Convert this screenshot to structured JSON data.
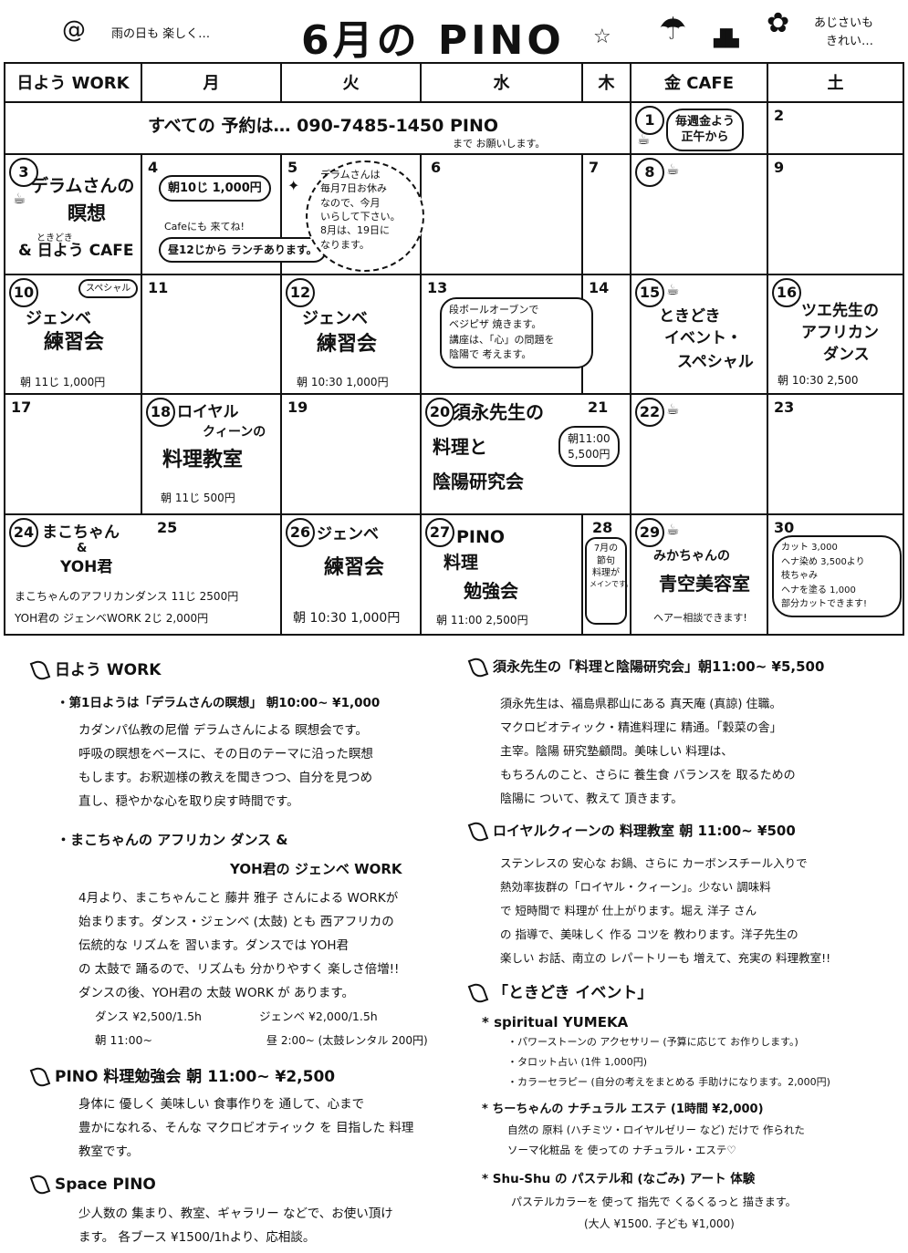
{
  "header": {
    "title": "6月の PINO",
    "left_note": "雨の日も 楽しく…",
    "right_note_1": "あじさいも",
    "right_note_2": "きれい…"
  },
  "weekdays": [
    "日よう WORK",
    "月",
    "火",
    "水",
    "木",
    "金 CAFE",
    "土"
  ],
  "row1": {
    "reserve": "すべての 予約は… 090-7485-1450 PINO",
    "reserve_note": "まで お願いします。",
    "d1": "1",
    "d1_bubble_1": "毎週金よう",
    "d1_bubble_2": "正午から",
    "d2": "2"
  },
  "row2": {
    "d3": "3",
    "d3_t1": "デラムさんの",
    "d3_t2": "瞑想",
    "d3_small": "ときどき",
    "d3_t3": "& 日よう CAFE",
    "d4": "4",
    "d4_b1": "朝10じ 1,000円",
    "d4_note": "Cafeにも 来てね!",
    "d4_b2": "昼12じから ランチあります。",
    "d5": "5",
    "d5_bubble": [
      "デラムさんは",
      "毎月7日お休み",
      "なので、今月",
      "いらして下さい。",
      "8月は、19日に",
      "なります。"
    ],
    "d6": "6",
    "d7": "7",
    "d8": "8",
    "d9": "9"
  },
  "row3": {
    "d10": "10",
    "d10_tag": "スペシャル",
    "d10_t1": "ジェンベ",
    "d10_t2": "練習会",
    "d10_time": "朝 11じ 1,000円",
    "d11": "11",
    "d12": "12",
    "d12_t1": "ジェンベ",
    "d12_t2": "練習会",
    "d12_time": "朝 10:30 1,000円",
    "d13": "13",
    "d13_bubble": [
      "段ボールオーブンで",
      "ベジピザ 焼きます。",
      "講座は、「心」の問題を",
      "陰陽で 考えます。"
    ],
    "d14": "14",
    "d15": "15",
    "d15_t": [
      "ときどき",
      "イベント・",
      "スペシャル"
    ],
    "d16": "16",
    "d16_t": [
      "ツエ先生の",
      "アフリカン",
      "ダンス"
    ],
    "d16_time": "朝 10:30 2,500"
  },
  "row4": {
    "d17": "17",
    "d18": "18",
    "d18_t1": "ロイヤル",
    "d18_t2": "クィーンの",
    "d18_t3": "料理教室",
    "d18_time": "朝 11じ 500円",
    "d19": "19",
    "d20": "20",
    "d20_t1": "須永先生の",
    "d20_t2": "料理と",
    "d20_t3": "陰陽研究会",
    "d21": "21",
    "d21_b1": "朝11:00",
    "d21_b2": "5,500円",
    "d22": "22",
    "d23": "23"
  },
  "row5": {
    "d24": "24",
    "d24_t1": "まこちゃん",
    "d24_t2": "&",
    "d24_t3": "YOH君",
    "d24_l1": "まこちゃんのアフリカンダンス 11じ 2500円",
    "d24_l2": "YOH君の ジェンベWORK 2じ 2,000円",
    "d25": "25",
    "d26": "26",
    "d26_t1": "ジェンベ",
    "d26_t2": "練習会",
    "d26_time": "朝 10:30 1,000円",
    "d27": "27",
    "d27_t1": "PINO",
    "d27_t2": "料理",
    "d27_t3": "勉強会",
    "d27_time": "朝 11:00 2,500円",
    "d28": "28",
    "d28_bubble": [
      "7月の",
      "節句",
      "料理が",
      "メインです。"
    ],
    "d29": "29",
    "d29_t1": "みかちゃんの",
    "d29_t2": "青空美容室",
    "d29_note": "ヘアー相談できます!",
    "d30": "30",
    "d30_bubble": [
      "カット 3,000",
      "ヘナ染め 3,500より",
      "枝ちゃみ",
      "ヘナを塗る 1,000",
      "部分カットできます!"
    ]
  },
  "left_sections": {
    "s1_title": "日よう WORK",
    "s1_bullet": "・第1日ようは「デラムさんの瞑想」 朝10:00~ ¥1,000",
    "s1_lines": [
      "カダンパ仏教の尼僧 デラムさんによる 瞑想会です。",
      "呼吸の瞑想をベースに、その日のテーマに沿った瞑想",
      "もします。お釈迦様の教えを聞きつつ、自分を見つめ",
      "直し、穏やかな心を取り戻す時間です。"
    ],
    "s2_bullet": "・まこちゃんの アフリカン ダンス &",
    "s2_bullet2": "YOH君の ジェンベ WORK",
    "s2_lines": [
      "4月より、まこちゃんこと 藤井 雅子 さんによる WORKが",
      "始まります。ダンス・ジェンベ (太鼓) とも 西アフリカの",
      "伝統的な リズムを 習います。ダンスでは YOH君",
      "の 太鼓で 踊るので、リズムも 分かりやすく 楽しさ倍増!!",
      "ダンスの後、YOH君の 太鼓 WORK が あります。"
    ],
    "s2_price_1": "ダンス ¥2,500/1.5h",
    "s2_price_2": "ジェンベ ¥2,000/1.5h",
    "s2_time_1": "朝 11:00~",
    "s2_time_2": "昼 2:00~ (太鼓レンタル 200円)",
    "s3_title": "PINO 料理勉強会 朝 11:00~ ¥2,500",
    "s3_lines": [
      "身体に 優しく 美味しい 食事作りを 通して、心まで",
      "豊かになれる、そんな マクロビオティック を 目指した 料理",
      "教室です。"
    ],
    "s4_title": "Space PINO",
    "s4_lines": [
      "少人数の 集まり、教室、ギャラリー などで、お使い頂け",
      "ます。    各ブース  ¥1500/1hより、応相談。"
    ]
  },
  "right_sections": {
    "r1_title": "須永先生の「料理と陰陽研究会」朝11:00~ ¥5,500",
    "r1_lines": [
      "須永先生は、福島県郡山にある 真天庵 (真諒) 住職。",
      "マクロビオティック・精進料理に 精通。「穀菜の舎」",
      "主宰。陰陽 研究塾顧問。美味しい 料理は、",
      "もちろんのこと、さらに 養生食 バランスを 取るための",
      "陰陽に ついて、教えて 頂きます。"
    ],
    "r2_title": "ロイヤルクィーンの 料理教室 朝 11:00~ ¥500",
    "r2_lines": [
      "ステンレスの 安心な お鍋、さらに カーボンスチール入りで",
      "熱効率抜群の「ロイヤル・クィーン」。少ない 調味料",
      "で 短時間で 料理が 仕上がります。堀え 洋子 さん",
      "の 指導で、美味しく 作る コツを 教わります。洋子先生の",
      "楽しい お話、南立の レパートリーも 増えて、充実の 料理教室!!"
    ],
    "r3_title": "「ときどき イベント」",
    "r3_sub1": "* spiritual YUMEKA",
    "r3_sub1_lines": [
      "・パワーストーンの アクセサリー (予算に応じて お作りします。)",
      "・タロット占い  (1件 1,000円)",
      "・カラーセラピー (自分の考えをまとめる 手助けになります。2,000円)"
    ],
    "r3_sub2": "* ちーちゃんの ナチュラル エステ (1時間 ¥2,000)",
    "r3_sub2_lines": [
      "自然の 原料 (ハチミツ・ロイヤルゼリー など) だけで 作られた",
      "ソーマ化粧品 を 使っての ナチュラル・エステ♡"
    ],
    "r3_sub3": "* Shu-Shu の パステル和 (なごみ) アート 体験",
    "r3_sub3_lines": [
      "パステルカラーを 使って 指先で くるくるっと 描きます。",
      "(大人 ¥1500. 子ども ¥1,000)"
    ]
  }
}
